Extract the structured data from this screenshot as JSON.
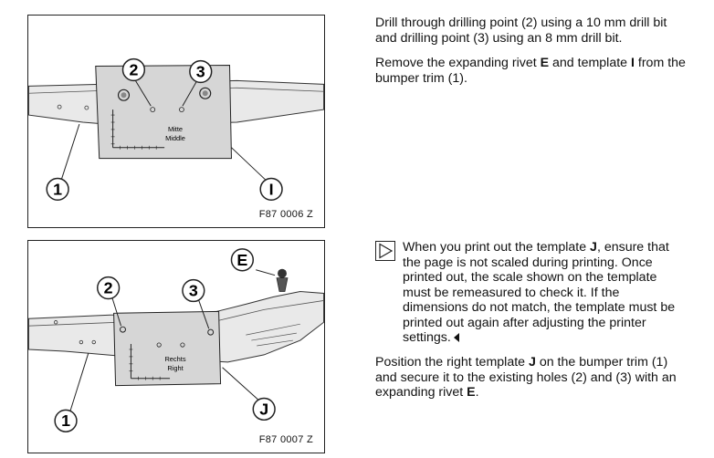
{
  "figure1": {
    "code": "F87 0006 Z",
    "callouts": {
      "c2": "2",
      "c3": "3",
      "c1": "1",
      "cI": "I"
    },
    "template_label_line1": "Mitte",
    "template_label_line2": "Middle"
  },
  "figure2": {
    "code": "F87 0007 Z",
    "callouts": {
      "cE": "E",
      "c2": "2",
      "c3": "3",
      "c1": "1",
      "cJ": "J"
    },
    "template_label_line1": "Rechts",
    "template_label_line2": "Right"
  },
  "para1": {
    "text": "Drill through drilling point (2) using a 10 mm drill bit and drilling point (3) using an 8 mm drill bit."
  },
  "para2": {
    "pre": "Remove the expanding rivet ",
    "bold1": "E",
    "mid": " and template ",
    "bold2": "I",
    "post": " from the bumper trim (1)."
  },
  "note": {
    "pre": "When you print out the template ",
    "bold": "J",
    "post": ", ensure that the page is not scaled during printing. Once printed out, the scale shown on the template must be remeasured to check it. If the dimensions do not match, the template must be printed out again after adjusting the printer settings."
  },
  "para3": {
    "pre": "Position the right template ",
    "bold1": "J",
    "mid": " on the bumper trim (1) and secure it to the existing holes (2) and (3) with an expanding rivet ",
    "bold2": "E",
    "post": "."
  }
}
